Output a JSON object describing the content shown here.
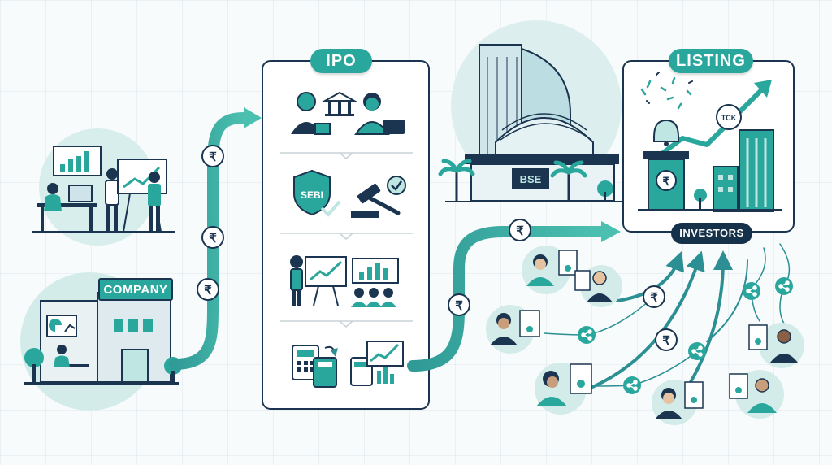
{
  "labels": {
    "ipo": "IPO",
    "listing": "LISTING",
    "company": "COMPANY",
    "investors": "INVESTORS",
    "sebi": "SEBI",
    "bse": "BSE",
    "ticker": "TCK",
    "currency": "₹"
  },
  "colors": {
    "teal": "#2aa79c",
    "teal_light": "#bfe6e2",
    "navy": "#1b3550",
    "arrow": "#2b8f94",
    "panel_border": "#1b3550"
  },
  "icons": [
    "presentation-icon",
    "bank-icon",
    "briefcase-icon",
    "shield-check-icon",
    "gavel-icon",
    "calculator-icon",
    "share-icon",
    "certificate-icon",
    "bell-icon"
  ]
}
